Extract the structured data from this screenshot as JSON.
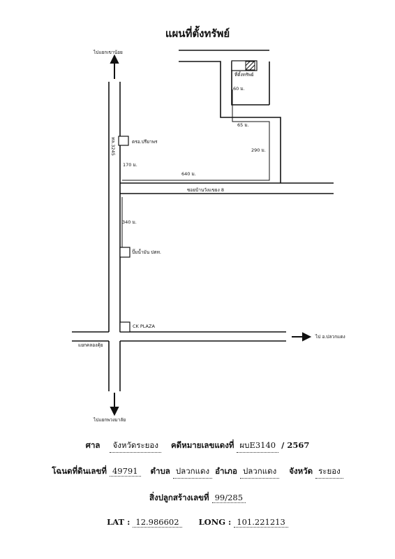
{
  "map": {
    "title": "แผนที่ตั้งทรัพย์",
    "labels": {
      "to_north": "ไปแยกเขาน้อย",
      "to_south": "ไปแยกพวงมาลัย",
      "to_east": "ไป อ.ปลวกแดง",
      "junction_west": "แยกคลองคุ้ย",
      "highway": "ทล.3245",
      "soi": "ซอยบ้านวังแขยง 8",
      "property": "ที่ตั้งทรัพย์",
      "police": "ตรอ.ปรียาพร",
      "gas_station": "ปั๊มน้ำมัน ปตท.",
      "plaza": "CK PLAZA"
    },
    "distances": {
      "d60": "60 ม.",
      "d65": "65 ม.",
      "d290": "290 ม.",
      "d170": "170 ม.",
      "d640": "640 ม.",
      "d340": "340 ม."
    }
  },
  "info": {
    "line1": {
      "court_label": "ศาล",
      "court_value": "จังหวัดระยอง",
      "case_label": "คดีหมายเลขแดงที่",
      "case_value": "ผบE3140",
      "case_year": "/ 2567"
    },
    "line2": {
      "deed_label": "โฉนดที่ดินเลขที่",
      "deed_value": "49791",
      "tambon_label": "ตำบล",
      "tambon_value": "ปลวกแดง",
      "amphoe_label": "อำเภอ",
      "amphoe_value": "ปลวกแดง",
      "province_label": "จังหวัด",
      "province_value": "ระยอง"
    },
    "line3": {
      "building_label": "สิ่งปลูกสร้างเลขที่",
      "building_value": "99/285"
    },
    "line4": {
      "lat_label": "LAT :",
      "lat_value": "12.986602",
      "long_label": "LONG :",
      "long_value": "101.221213"
    }
  }
}
